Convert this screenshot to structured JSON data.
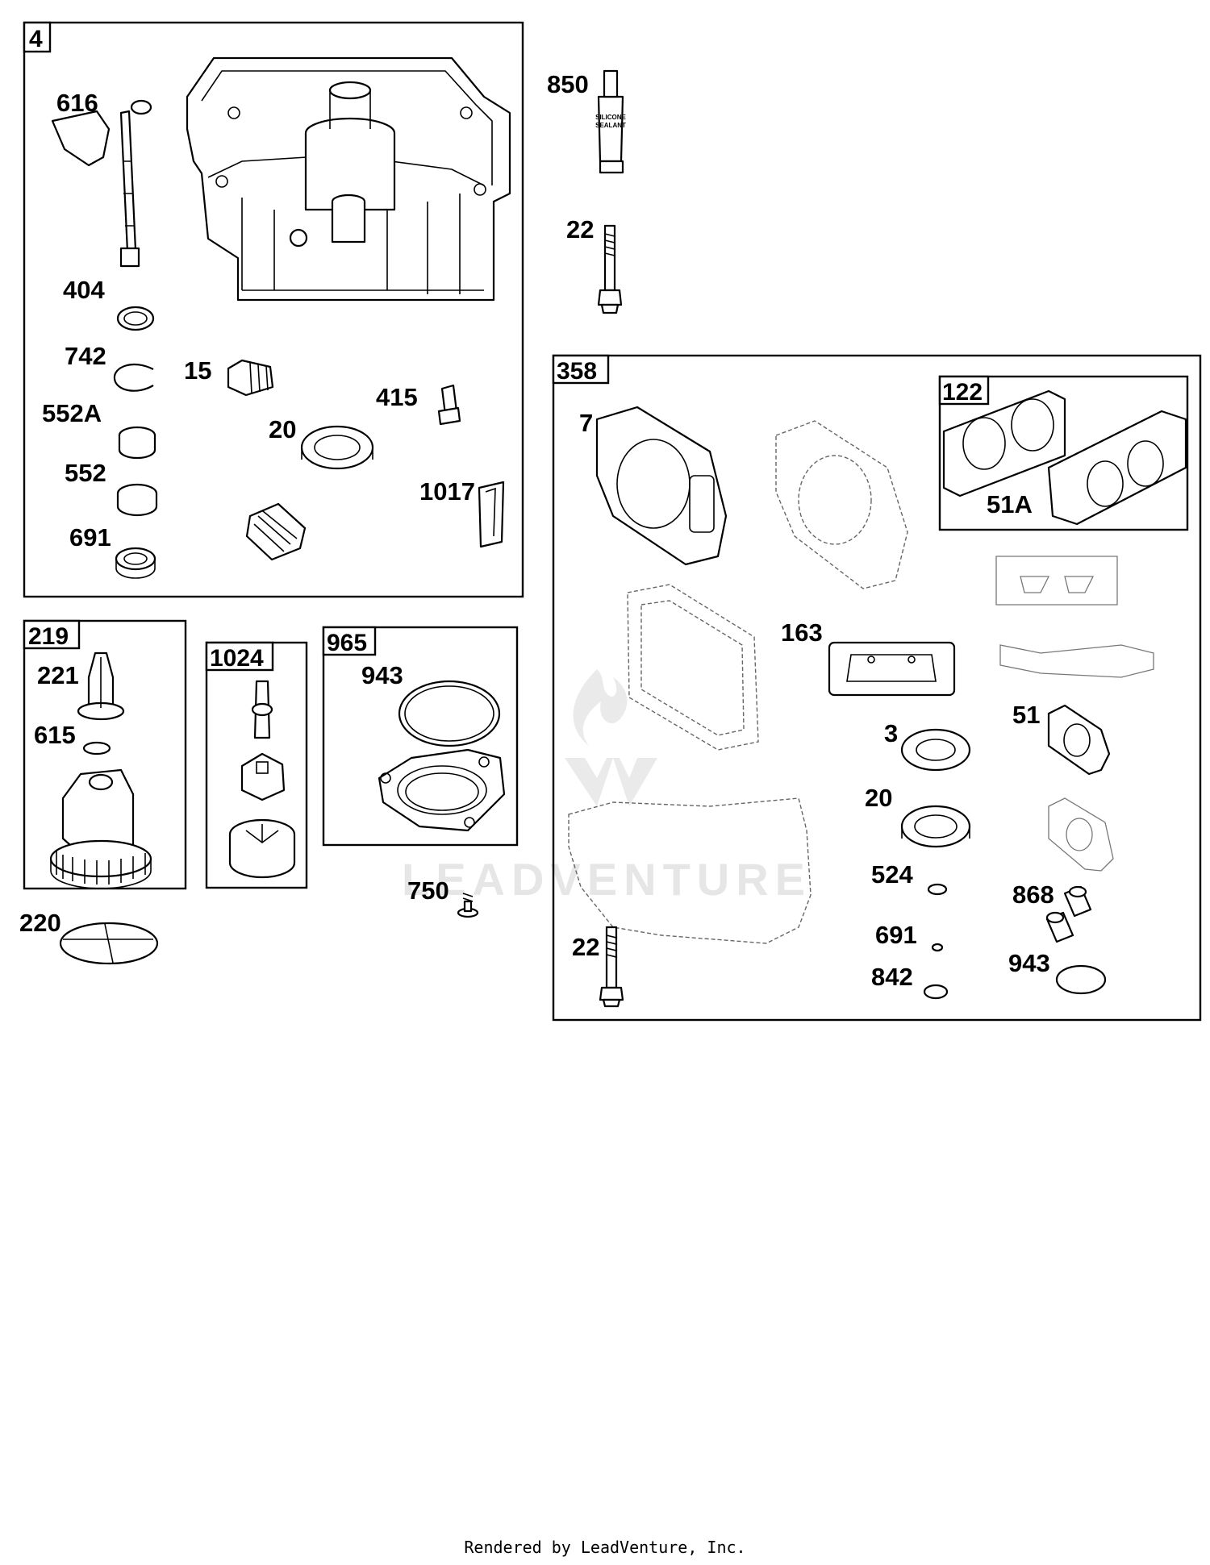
{
  "panels": {
    "crankcase_kit": "4",
    "oil_pump_assy": "219",
    "rotor_set": "1024",
    "cover_kit": "965",
    "gasket_set": "358",
    "gasket_subset": "122"
  },
  "callouts": {
    "p616": "616",
    "p404": "404",
    "p742": "742",
    "p15": "15",
    "p415": "415",
    "p552A": "552A",
    "p20a": "20",
    "p552": "552",
    "p1017": "1017",
    "p691a": "691",
    "p850": "850",
    "p22a": "22",
    "p221": "221",
    "p615": "615",
    "p220": "220",
    "p943a": "943",
    "p750": "750",
    "p7": "7",
    "p51A": "51A",
    "p163": "163",
    "p3": "3",
    "p51": "51",
    "p20b": "20",
    "p524": "524",
    "p868": "868",
    "p22b": "22",
    "p691b": "691",
    "p943b": "943",
    "p842": "842"
  },
  "tube_text": {
    "line1": "SILICONE",
    "line2": "SEALANT"
  },
  "watermark": "LEADVENTURE",
  "footer": "Rendered by LeadVenture, Inc.",
  "icons": [
    "silicone-tube-icon",
    "leadventure-flame-logo-icon"
  ]
}
